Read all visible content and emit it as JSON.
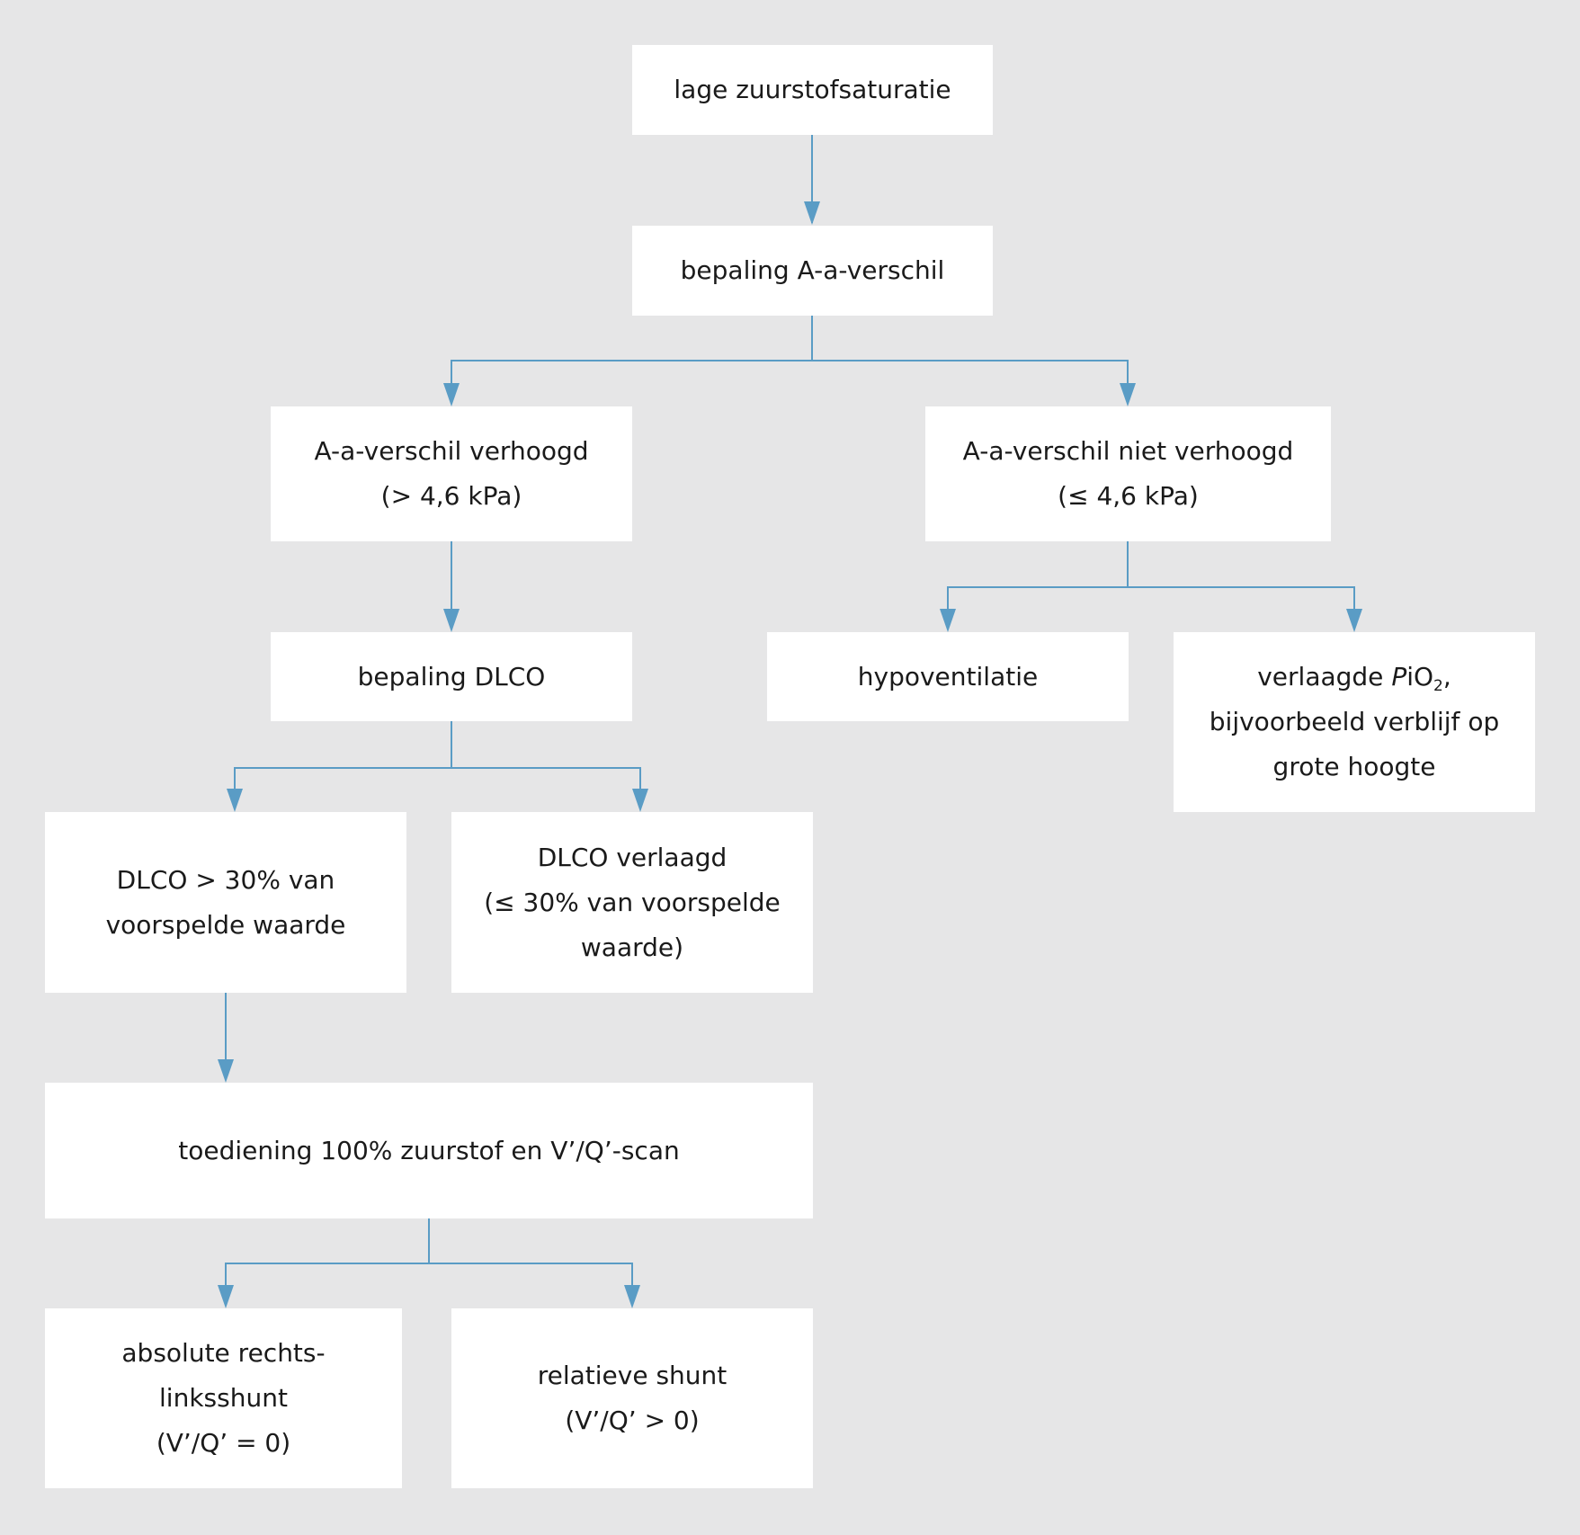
{
  "nodes": {
    "low_saturation": "lage zuurstofsaturatie",
    "aa_measure": "bepaling A-a-verschil",
    "aa_elevated_line1": "A-a-verschil verhoogd",
    "aa_elevated_line2": "(> 4,6 kPa)",
    "aa_normal_line1": "A-a-verschil niet verhoogd",
    "aa_normal_line2": "(≤ 4,6 kPa)",
    "dlco_measure": "bepaling DLCO",
    "hypoventilation": "hypoventilatie",
    "low_pio2_pre": "verlaagde ",
    "low_pio2_italic": "P",
    "low_pio2_mid": "iO",
    "low_pio2_sub": "2",
    "low_pio2_post": ",",
    "low_pio2_line2": "bijvoorbeeld verblijf op",
    "low_pio2_line3": "grote hoogte",
    "dlco_high_line1": "DLCO > 30% van",
    "dlco_high_line2": "voorspelde waarde",
    "dlco_low_line1": "DLCO verlaagd",
    "dlco_low_line2": "(≤ 30% van voorspelde",
    "dlco_low_line3": "waarde)",
    "oxygen_scan": "toediening 100% zuurstof en V’/Q’-scan",
    "absolute_shunt_line1": "absolute rechts-",
    "absolute_shunt_line2": "linksshunt",
    "absolute_shunt_line3": "(V’/Q’ = 0)",
    "relative_shunt_line1": "relatieve shunt",
    "relative_shunt_line2": "(V’/Q’ > 0)"
  },
  "colors": {
    "background": "#e6e6e7",
    "box": "#ffffff",
    "connector": "#5a9cc5",
    "text": "#1a1a1a"
  }
}
